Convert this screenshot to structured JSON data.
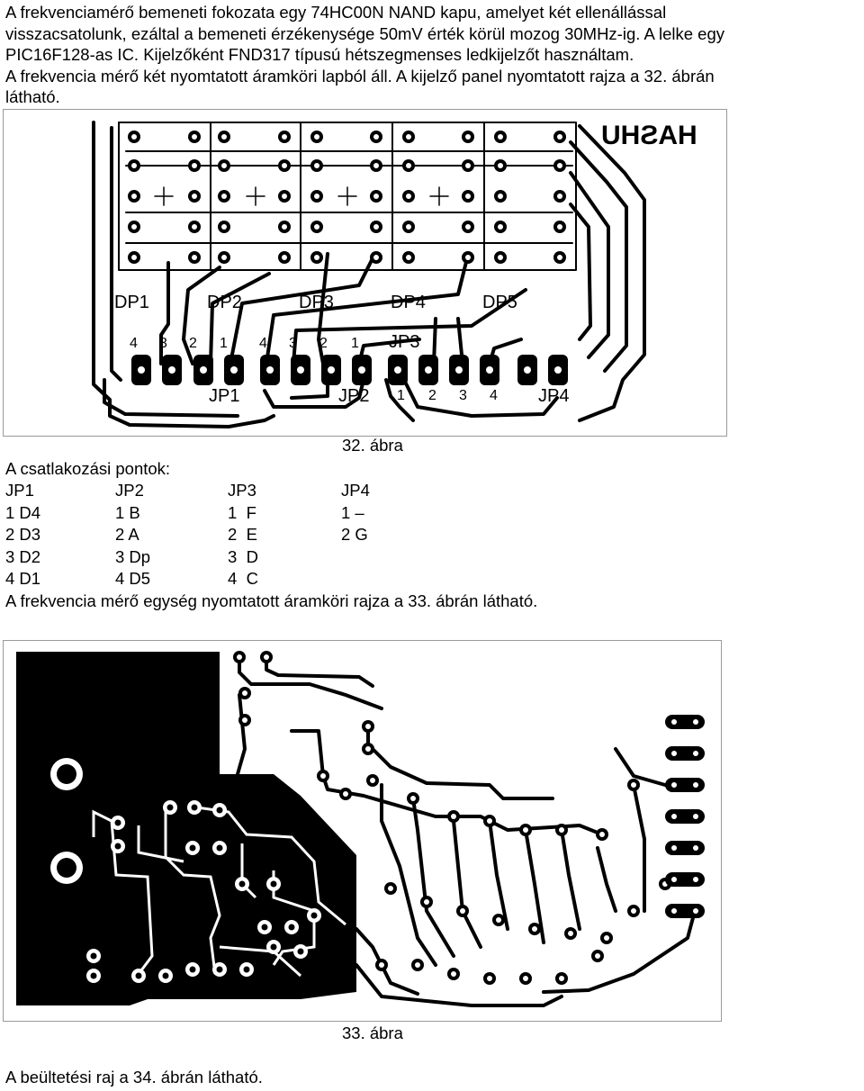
{
  "intro": {
    "line1": "A frekvenciamérő bemeneti fokozata egy 74HC00N NAND kapu, amelyet két ellenállással",
    "line2": "visszacsatolunk, ezáltal a bemeneti érzékenysége 50mV érték körül mozog 30MHz-ig. A lelke egy",
    "line3": "PIC16F128-as IC. Kijelzőként FND317 típusú hétszegmenses ledkijelzőt használtam.",
    "line4": "A frekvencia mérő két nyomtatott áramköri lapból áll. A kijelző panel nyomtatott rajza a 32. ábrán",
    "line5": "látható."
  },
  "figure32": {
    "caption": "32. ábra",
    "board_text": "UHƧAH",
    "dp_labels": [
      "DP1",
      "DP2",
      "DP3",
      "DP4",
      "DP5"
    ],
    "pin_numbers": [
      "4",
      "3",
      "2",
      "1",
      "4",
      "3",
      "2",
      "1",
      "1",
      "2",
      "3",
      "4"
    ],
    "connector_labels": [
      "JP1",
      "JP2",
      "JP3",
      "JP4"
    ]
  },
  "pins": {
    "heading": "A csatlakozási pontok:",
    "headers": [
      "JP1",
      "JP2",
      "JP3",
      "JP4"
    ],
    "rows": [
      [
        "1 D4",
        "1 B",
        "1  F",
        "1 –"
      ],
      [
        "2 D3",
        "2 A",
        "2  E",
        "2 G"
      ],
      [
        "3 D2",
        "3 Dp",
        "3  D",
        ""
      ],
      [
        "4 D1",
        "4 D5",
        "4  C",
        ""
      ]
    ]
  },
  "para2": "A frekvencia mérő egység nyomtatott áramköri rajza a 33. ábrán látható.",
  "figure33": {
    "caption": "33. ábra"
  },
  "footer": "A beültetési raj a 34. ábrán látható."
}
